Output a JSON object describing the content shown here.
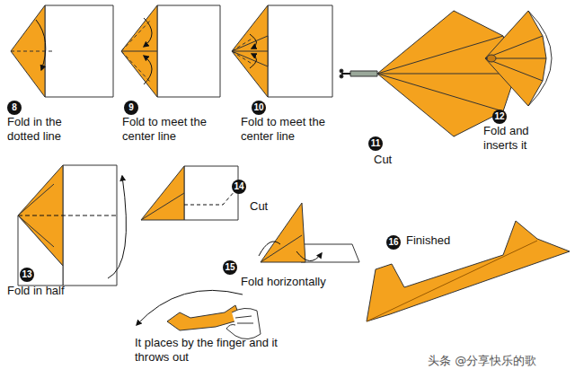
{
  "diagram": {
    "labels": [
      "8",
      "Fold in the dotted line",
      "9",
      "Fold to meet the center line",
      "10",
      "Fold to meet the center line",
      "11",
      "Cut",
      "12",
      "Fold and inserts it",
      "13",
      "Fold in half",
      "14",
      "Cut",
      "15",
      "Fold horizontally",
      "16",
      "Finished",
      "It places by the finger and it throws out",
      "头条 @分享快乐的歌"
    ]
  }
}
